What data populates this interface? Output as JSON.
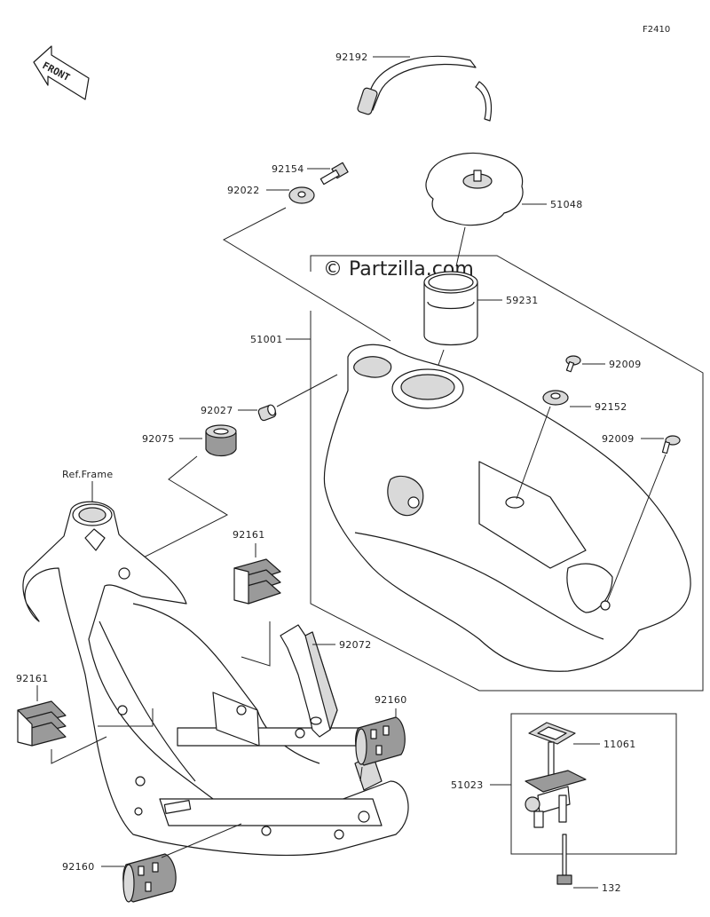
{
  "figure_code": "F2410",
  "watermark": "© Partzilla.com",
  "front_label": "FRONT",
  "ref_label": "Ref.Frame",
  "parts": {
    "fuel_tube": "92192",
    "bolt_tank": "92154",
    "washer_tank": "92022",
    "fuel_cap": "51048",
    "filler_neck": "59231",
    "tank_assy": "51001",
    "bolt_right_top": "92009",
    "washer_right": "92152",
    "bolt_right_lower": "92009",
    "collar": "92027",
    "damper_front": "92075",
    "damper_upper": "92161",
    "damper_left": "92161",
    "band": "92072",
    "damper_right": "92160",
    "damper_bottom": "92160",
    "gasket": "11061",
    "fuel_cock": "51023",
    "screw_cock": "132"
  }
}
